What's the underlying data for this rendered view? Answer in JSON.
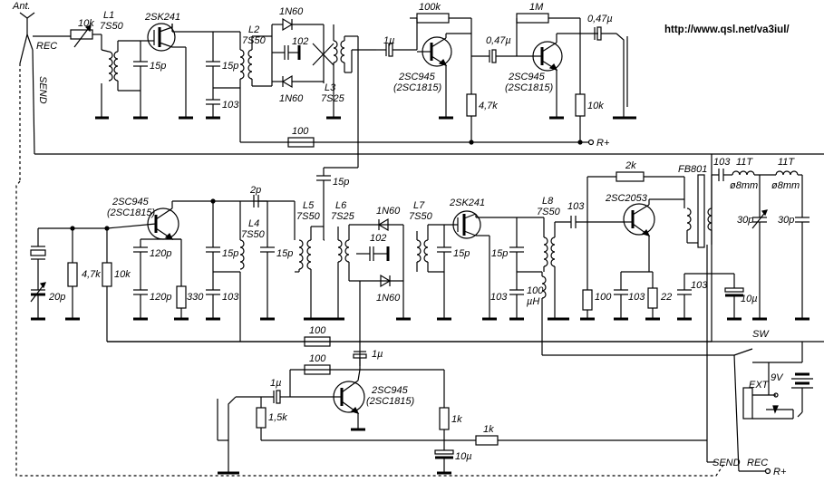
{
  "url": "http://www.qsl.net/va3iul/",
  "antenna": {
    "label": "Ant.",
    "rec": "REC",
    "send": "SEND"
  },
  "labels": {
    "pot_10k": "10k",
    "L1": "L1",
    "L1_type": "7S50",
    "Q1": "2SK241",
    "C_15p_a": "15p",
    "L2": "L2",
    "L2_type": "7S50",
    "C_15p_b": "15p",
    "C_103_a": "103",
    "D1": "1N60",
    "C_102_a": "102",
    "D2": "1N60",
    "L3": "L3",
    "L3_type": "7S25",
    "C_1u_a": "1µ",
    "R_100k": "100k",
    "Q2": "2SC945",
    "Q2_alt": "(2SC1815)",
    "R_4k7_a": "4,7k",
    "C_047_a": "0,47µ",
    "R_1M": "1M",
    "Q3": "2SC945",
    "Q3_alt": "(2SC1815)",
    "C_047_b": "0,47µ",
    "R_10k_a": "10k",
    "R_100_a": "100",
    "R_plus_a": "R+",
    "C_15p_c": "15p",
    "Q4": "2SC945",
    "Q4_alt": "(2SC1815)",
    "C_2p": "2p",
    "L4": "L4",
    "L4_type": "7S50",
    "L5": "L5",
    "L5_type": "7S50",
    "L6": "L6",
    "L6_type": "7S25",
    "D3": "1N60",
    "C_102_b": "102",
    "D4": "1N60",
    "L7": "L7",
    "L7_type": "7S50",
    "Q5": "2SK241",
    "L8": "L8",
    "L8_type": "7S50",
    "C_103_b": "103",
    "Q6": "2SC2053",
    "R_2k": "2k",
    "FB801": "FB801",
    "C_103_c": "103",
    "L_11T_a": "11T",
    "L_11T_b": "11T",
    "d8mm_a": "ø8mm",
    "d8mm_b": "ø8mm",
    "C_30p_a": "30p",
    "C_30p_b": "30p",
    "C_120p_a": "120p",
    "C_120p_b": "120p",
    "R_330": "330",
    "C_15p_d": "15p",
    "C_103_d": "103",
    "C_15p_e": "15p",
    "R_4k7_b": "4,7k",
    "R_10k_b": "10k",
    "C_20p": "20p",
    "C_15p_f": "15p",
    "C_15p_g": "15p",
    "C_103_e": "103",
    "L_100uH": "100",
    "L_100uH_unit": "µH",
    "R_100_b": "100",
    "C_103_f": "103",
    "R_22": "22",
    "C_103_g": "103",
    "C_10u_a": "10µ",
    "R_100_c": "100",
    "R_100_d": "100",
    "C_1u_b": "1µ",
    "C_1u_c": "1µ",
    "R_1k5": "1,5k",
    "Q7": "2SC945",
    "Q7_alt": "(2SC1815)",
    "R_1k_a": "1k",
    "C_10u_b": "10µ",
    "R_1k_b": "1k",
    "SW": "SW",
    "EXT": "EXT",
    "V9": "9V",
    "send_b": "SEND",
    "rec_b": "REC",
    "R_plus_b": "R+"
  }
}
